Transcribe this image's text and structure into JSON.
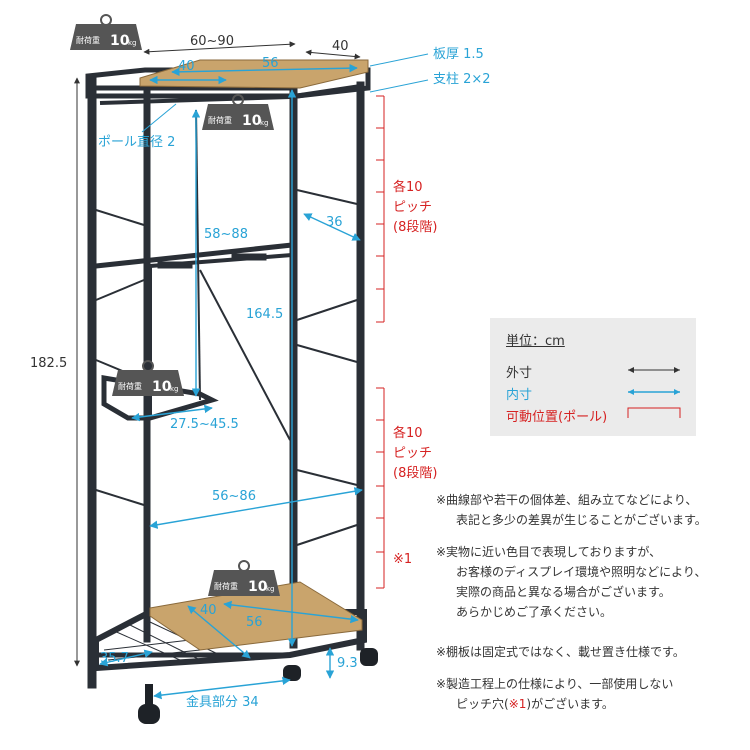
{
  "dimensions": {
    "width_range": "60~90",
    "depth": "40",
    "height_total": "182.5",
    "top_shelf_depth": "40",
    "top_shelf_width": "56",
    "shelf_thickness": "板厚 1.5",
    "post_size": "支柱 2×2",
    "pole_diameter": "ポール直径 2",
    "side_depth": "36",
    "pole_width_range": "58~88",
    "inner_height": "164.5",
    "lower_pole_range": "27.5~45.5",
    "inner_width_range": "56~86",
    "bottom_shelf_depth": "40",
    "bottom_shelf_width": "56",
    "caster_height": "9.3",
    "bottom_depth": "35.7",
    "fitting_part": "金具部分 34"
  },
  "load_tags": {
    "top": {
      "prefix": "耐荷重",
      "value": "10",
      "unit": "kg"
    },
    "upper_pole": {
      "prefix": "耐荷重",
      "value": "10",
      "unit": "kg"
    },
    "lower_pole": {
      "prefix": "耐荷重",
      "value": "10",
      "unit": "kg"
    },
    "bottom": {
      "prefix": "耐荷重",
      "value": "10",
      "unit": "kg"
    }
  },
  "pitch_upper": {
    "line1": "各10",
    "line2": "ピッチ",
    "line3": "(8段階)"
  },
  "pitch_lower": {
    "line1": "各10",
    "line2": "ピッチ",
    "line3": "(8段階)"
  },
  "note_marker": "※1",
  "legend": {
    "unit": "単位：cm",
    "outer": "外寸",
    "inner": "内寸",
    "movable": "可動位置(ポール)"
  },
  "notes": [
    {
      "l1": "※曲線部や若干の個体差、組み立てなどにより、",
      "l2": "表記と多少の差異が生じることがございます。"
    },
    {
      "l1": "※実物に近い色目で表現しておりますが、",
      "l2": "お客様のディスプレイ環境や照明などにより、",
      "l3": "実際の商品と異なる場合がございます。",
      "l4": "あらかじめご了承ください。"
    },
    {
      "l1": "※棚板は固定式ではなく、載せ置き仕様です。"
    },
    {
      "l1": "※製造工程上の仕様により、一部使用しない",
      "l2a": "ピッチ穴(",
      "l2b": "※1",
      "l2c": ")がございます。"
    }
  ],
  "colors": {
    "frame": "#2a2f36",
    "wood": "#c9a46c",
    "blue": "#29a3d6",
    "red": "#d62222",
    "text": "#333333"
  }
}
